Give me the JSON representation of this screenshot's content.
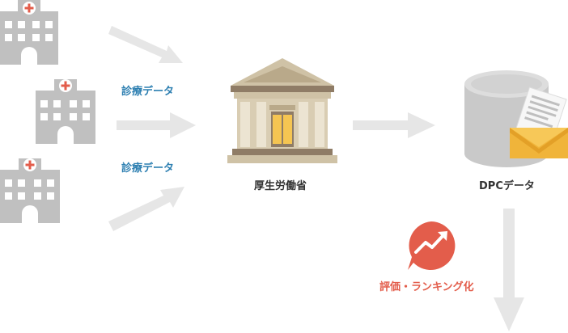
{
  "labels": {
    "flow1": "診療データ",
    "flow2": "診療データ",
    "ministry": "厚生労働省",
    "dpc": "DPCデータ",
    "evaluation": "評価・ランキング化"
  },
  "colors": {
    "arrow": "#e6e6e6",
    "hospital": "#bdbdbd",
    "cross": "#e35d4b",
    "ministry_stone": "#cfc2a6",
    "ministry_dark": "#8f7c66",
    "envelope": "#f0b43a",
    "label_blue": "#2d7fb1",
    "label_red": "#e35d4b"
  },
  "icons": [
    "hospital-icon",
    "ministry-building-icon",
    "database-icon",
    "envelope-icon",
    "trend-up-icon",
    "arrow-icon"
  ]
}
